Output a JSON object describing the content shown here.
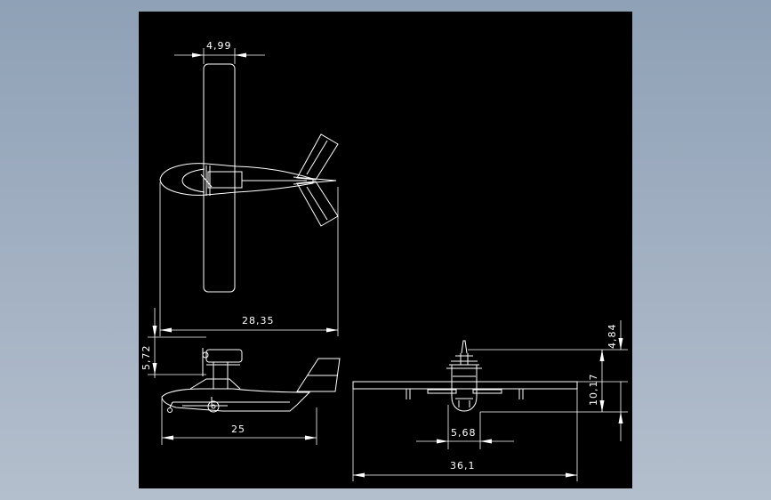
{
  "drawing": {
    "background": "#000000",
    "line_color": "#ffffff",
    "views": [
      "top-view",
      "side-view",
      "front-view"
    ],
    "dimensions": {
      "top_tail_width": "4,99",
      "top_overall_length": "28,35",
      "side_height": "5,72",
      "side_hull_length": "25",
      "front_fin_height": "4,84",
      "front_body_height": "10,17",
      "front_hull_width": "5,68",
      "front_wingspan": "36,1"
    }
  }
}
